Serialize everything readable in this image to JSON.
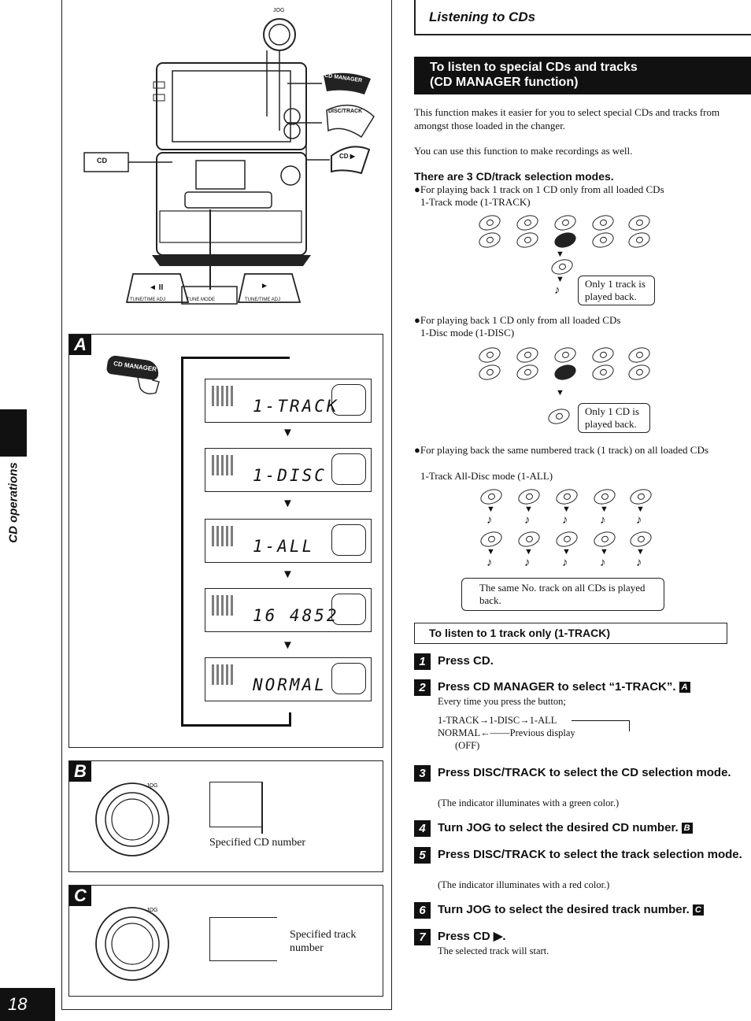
{
  "side": {
    "label": "CD operations",
    "page_number": "18"
  },
  "header": {
    "title": "Listening to CDs"
  },
  "banner": {
    "line1": "To listen to special CDs and tracks",
    "line2": "(CD MANAGER function)"
  },
  "intro": {
    "p1": "This function makes it easier for you to select special CDs and tracks from amongst those loaded in the changer.",
    "p2": "You can use this function to make recordings as well."
  },
  "modes": {
    "heading": "There are 3 CD/track selection modes.",
    "track": {
      "bullet": "●For playing back 1 track on 1 CD only from all loaded CDs",
      "name": "1-Track mode (1-TRACK)",
      "callout": "Only 1 track is played back."
    },
    "disc": {
      "bullet": "●For playing back 1 CD only from all loaded CDs",
      "name": "1-Disc mode (1-DISC)",
      "callout": "Only 1 CD is played back."
    },
    "all": {
      "bullet": "●For playing back the same numbered track (1 track) on all loaded CDs",
      "name": "1-Track All-Disc mode (1-ALL)",
      "callout": "The same No. track on all CDs is played back."
    }
  },
  "subsection": {
    "title": "To listen to 1 track only (1-TRACK)"
  },
  "steps": [
    {
      "num": "1",
      "title": "Press CD.",
      "ref": "",
      "note": ""
    },
    {
      "num": "2",
      "title": "Press CD MANAGER to select “1-TRACK”.",
      "ref": "A",
      "note": "Every time you press the button;"
    },
    {
      "num": "3",
      "title": "Press DISC/TRACK to select the CD selection mode.",
      "ref": "",
      "note": "(The indicator illuminates with a green color.)"
    },
    {
      "num": "4",
      "title": "Turn JOG to select the desired CD number.",
      "ref": "B",
      "note": ""
    },
    {
      "num": "5",
      "title": "Press DISC/TRACK to select the track selection mode.",
      "ref": "",
      "note": "(The indicator illuminates with a red color.)"
    },
    {
      "num": "6",
      "title": "Turn JOG to select the desired track number.",
      "ref": "C",
      "note": ""
    },
    {
      "num": "7",
      "title": "Press CD ▶.",
      "ref": "",
      "note": "The selected track will start."
    }
  ],
  "cycle": {
    "line1": "1-TRACK→1-DISC→1-ALL",
    "line2": "NORMAL←——Previous display",
    "line3": "(OFF)"
  },
  "device": {
    "jog": "JOG",
    "cd_manager": "CD MANAGER",
    "disc_track": "DISC/TRACK",
    "cd_play": "CD ▶",
    "cd": "CD",
    "tune_left": "◄ II",
    "tune_right": "►",
    "tuner_adj": "TUNE/TIME ADJ",
    "tune_mode": "TUNE MODE"
  },
  "panels": {
    "a": {
      "letter": "A",
      "button": "CD MANAGER",
      "displays": [
        "1-TRACK",
        "1-DISC",
        "1-ALL",
        "16 4852",
        "NORMAL"
      ]
    },
    "b": {
      "letter": "B",
      "jog": "JOG",
      "label": "Specified CD number"
    },
    "c": {
      "letter": "C",
      "jog": "JOG",
      "label": "Specified track number"
    }
  }
}
